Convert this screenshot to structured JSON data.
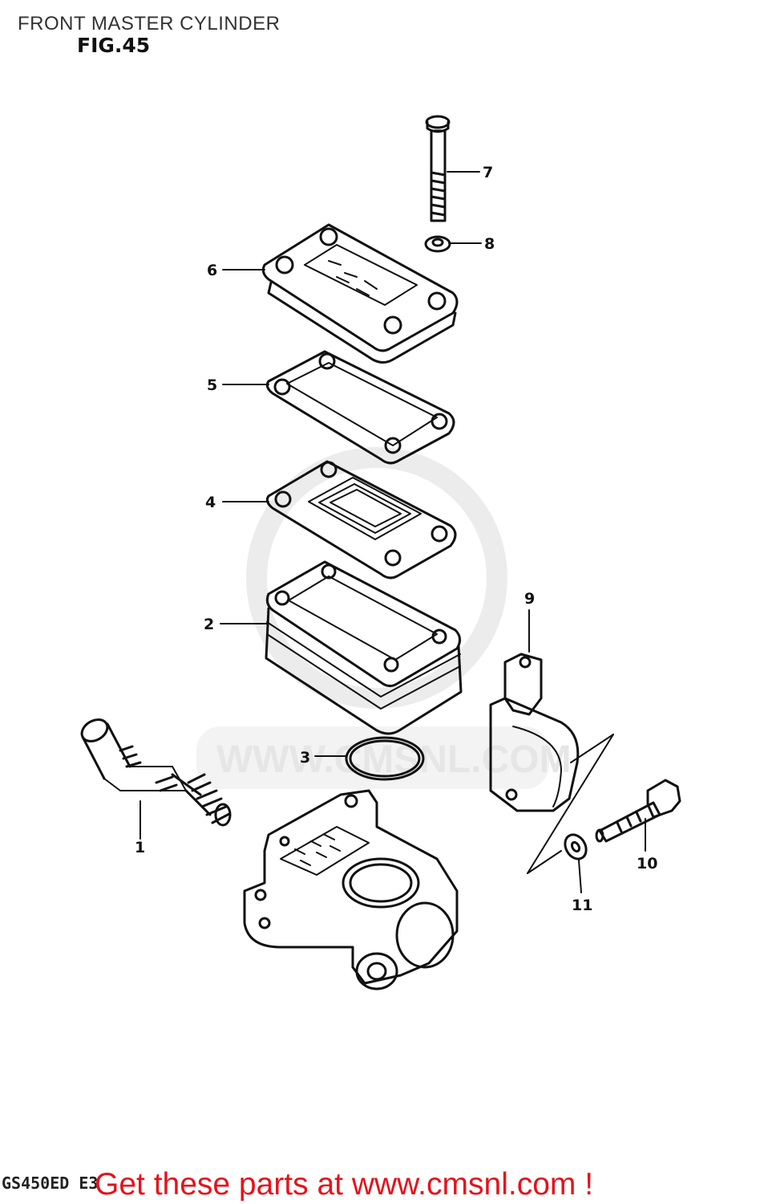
{
  "header": {
    "title": "FRONT MASTER CYLINDER",
    "figure": "FIG.45"
  },
  "watermark": "WWW.CMSNL.COM",
  "footer": {
    "model": "GS450ED E3",
    "cta": "Get these parts at www.cmsnl.com !",
    "cta_color": "#e4131b"
  },
  "parts": [
    {
      "number": "1",
      "part": "piston-spring-set"
    },
    {
      "number": "2",
      "part": "reservoir"
    },
    {
      "number": "3",
      "part": "o-ring"
    },
    {
      "number": "4",
      "part": "diaphragm"
    },
    {
      "number": "5",
      "part": "gasket"
    },
    {
      "number": "6",
      "part": "reservoir-cap"
    },
    {
      "number": "7",
      "part": "screw"
    },
    {
      "number": "8",
      "part": "washer"
    },
    {
      "number": "9",
      "part": "holder"
    },
    {
      "number": "10",
      "part": "bolt"
    },
    {
      "number": "11",
      "part": "washer"
    }
  ]
}
